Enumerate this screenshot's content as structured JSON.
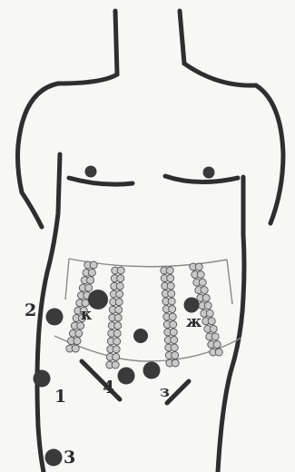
{
  "labels": {
    "point_2": "2",
    "point_1": "1",
    "point_4": "4",
    "point_3_lower": "3",
    "point_3_abdomen": "з",
    "region_k": "к",
    "region_zh": "ж"
  },
  "colors": {
    "outline": "#2e2e2e",
    "point_fill": "#3a3a3a",
    "chain_bead": "#c9c9c9",
    "chain_border": "#555555",
    "background": "#f7f7f5"
  }
}
